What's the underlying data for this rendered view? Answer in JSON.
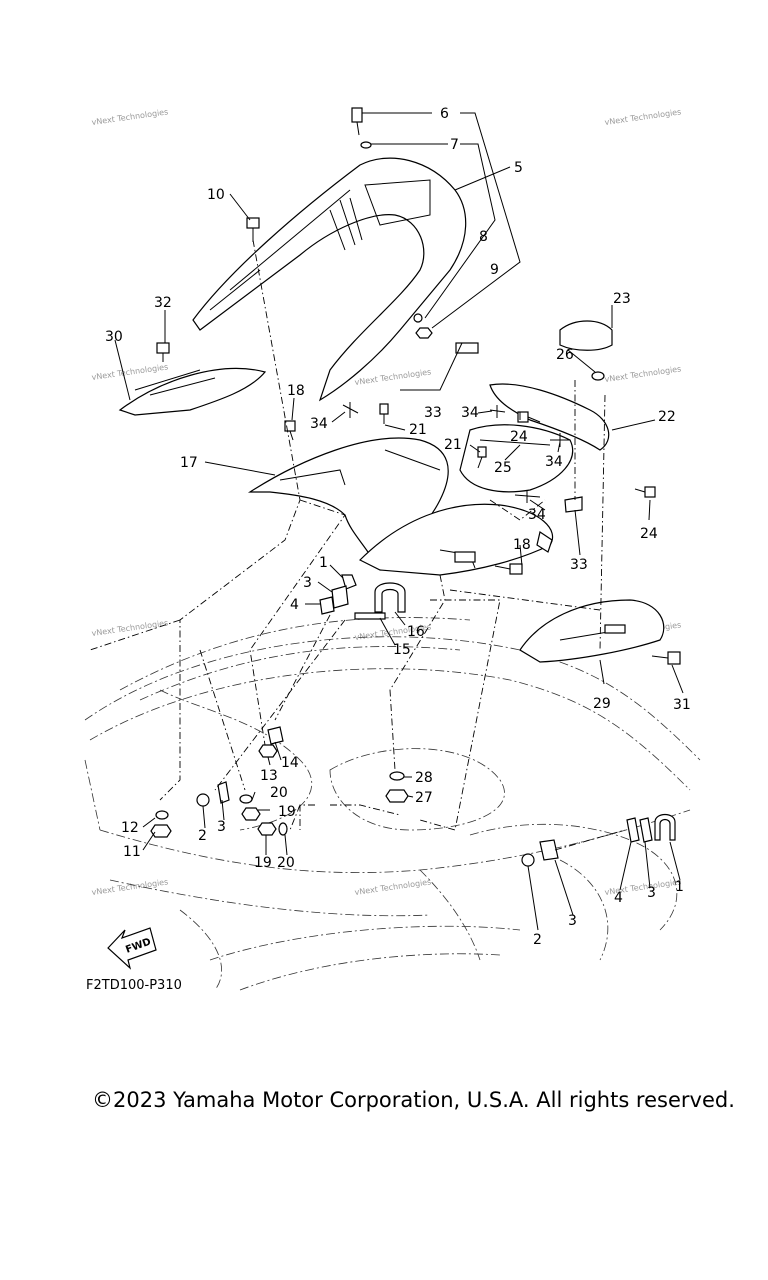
{
  "diagram": {
    "code": "F2TD100-P310",
    "fwd_label": "FWD",
    "watermark": "vNext Technologies",
    "callouts": [
      "1",
      "2",
      "3",
      "4",
      "5",
      "6",
      "7",
      "8",
      "9",
      "10",
      "11",
      "12",
      "13",
      "14",
      "15",
      "16",
      "17",
      "18",
      "19",
      "20",
      "21",
      "22",
      "23",
      "24",
      "25",
      "26",
      "27",
      "28",
      "29",
      "30",
      "31",
      "32",
      "33",
      "34"
    ]
  },
  "footer": {
    "copyright": "©2023 Yamaha Motor Corporation, U.S.A. All rights reserved."
  }
}
